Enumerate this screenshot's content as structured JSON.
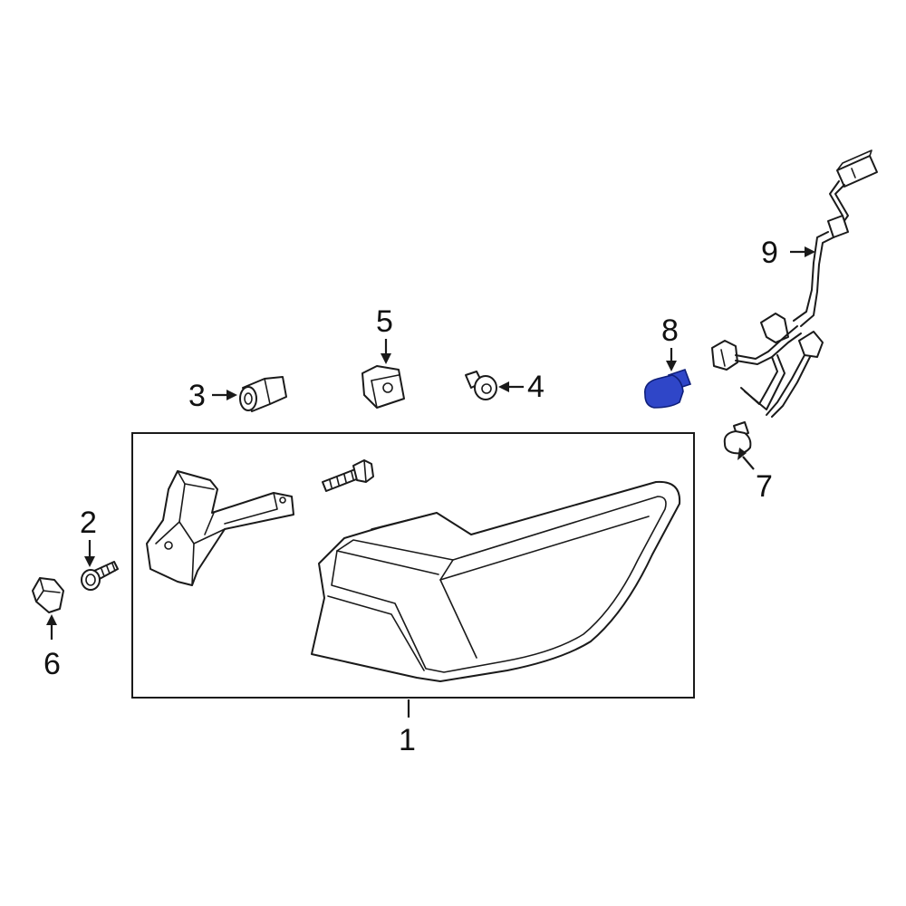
{
  "callouts": {
    "c1": "1",
    "c2": "2",
    "c3": "3",
    "c4": "4",
    "c5": "5",
    "c6": "6",
    "c7": "7",
    "c8": "8",
    "c9": "9"
  },
  "colors": {
    "highlight": "#2f46c8",
    "line": "#1a1a1a",
    "background": "#ffffff"
  },
  "highlighted_part": "8"
}
